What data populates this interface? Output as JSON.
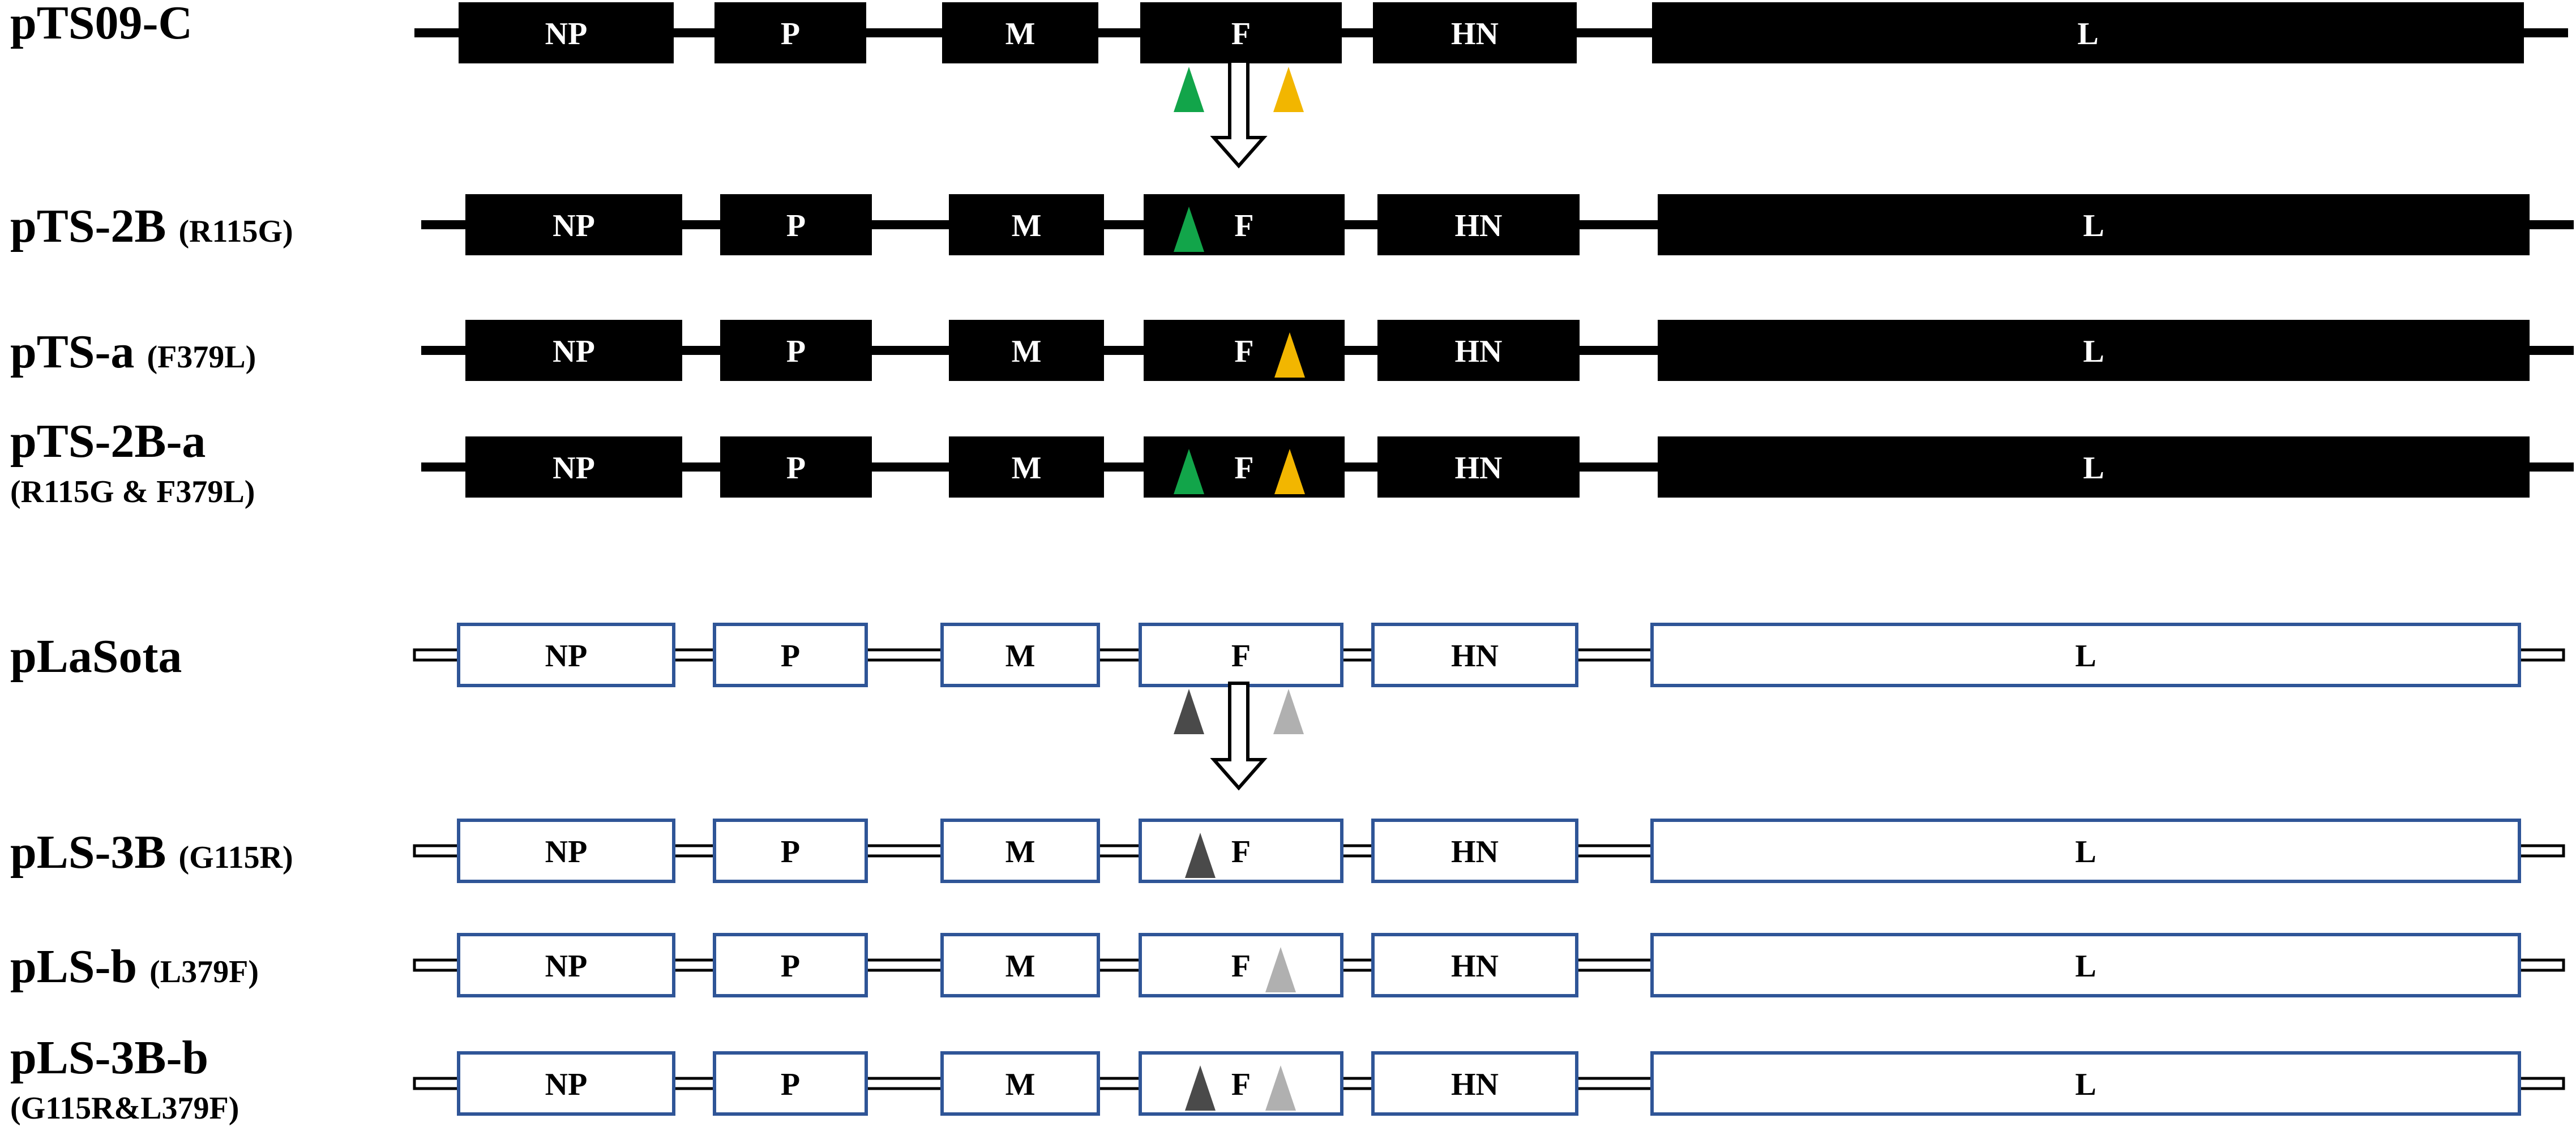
{
  "genes": [
    "NP",
    "P",
    "M",
    "F",
    "HN",
    "L"
  ],
  "colors": {
    "black_construct": "#000000",
    "box_outline_blue": "#2f5597",
    "marker_green": "#12a54a",
    "marker_yellow": "#f2b600",
    "marker_dark_gray": "#4a4a4a",
    "marker_light_gray": "#b0b0b0"
  },
  "constructs": [
    {
      "id": "pTS09-C",
      "title": "pTS09-C",
      "mutation_label": "",
      "mutation_label_2": "",
      "style": "black",
      "markers": []
    },
    {
      "id": "pTS-2B",
      "title": "pTS-2B",
      "mutation_label": "(R115G)",
      "mutation_label_2": "",
      "style": "black",
      "markers": [
        "green"
      ]
    },
    {
      "id": "pTS-a",
      "title": "pTS-a",
      "mutation_label": "(F379L)",
      "mutation_label_2": "",
      "style": "black",
      "markers": [
        "yellow"
      ]
    },
    {
      "id": "pTS-2B-a",
      "title": "pTS-2B-a",
      "mutation_label": "",
      "mutation_label_2": "(R115G & F379L)",
      "style": "black",
      "markers": [
        "green",
        "yellow"
      ]
    },
    {
      "id": "pLaSota",
      "title": "pLaSota",
      "mutation_label": "",
      "mutation_label_2": "",
      "style": "white",
      "markers": []
    },
    {
      "id": "pLS-3B",
      "title": "pLS-3B",
      "mutation_label": "(G115R)",
      "mutation_label_2": "",
      "style": "white",
      "markers": [
        "dark_gray"
      ]
    },
    {
      "id": "pLS-b",
      "title": "pLS-b",
      "mutation_label": "(L379F)",
      "mutation_label_2": "",
      "style": "white",
      "markers": [
        "light_gray"
      ]
    },
    {
      "id": "pLS-3B-b",
      "title": "pLS-3B-b",
      "mutation_label": "",
      "mutation_label_2": "(G115R&L379F)",
      "style": "white",
      "markers": [
        "dark_gray",
        "light_gray"
      ]
    }
  ],
  "arrows": [
    {
      "from": "pTS09-C",
      "to": "pTS-2B",
      "markers_beside": [
        "green",
        "yellow"
      ]
    },
    {
      "from": "pLaSota",
      "to": "pLS-3B",
      "markers_beside": [
        "dark_gray",
        "light_gray"
      ]
    }
  ]
}
